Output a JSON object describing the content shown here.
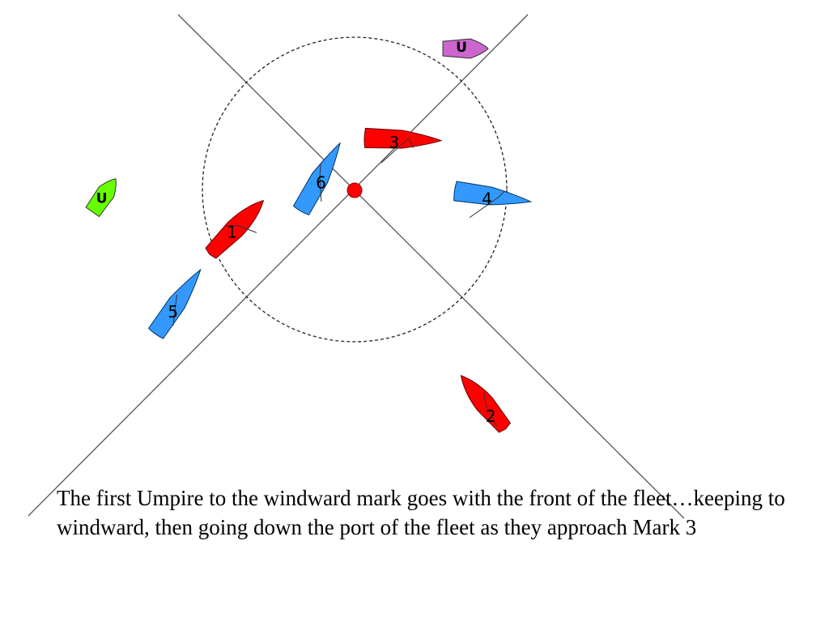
{
  "colors": {
    "red_team": "#ff0000",
    "blue_team": "#3399ff",
    "umpire_1": "#cc66cc",
    "umpire_2": "#66ff00",
    "mark": "#ff0000",
    "lines": "#555555"
  },
  "caption": "The first Umpire to the windward mark goes with the front of the fleet…keeping to windward, then going down the port of the fleet as they approach Mark 3",
  "boats": [
    {
      "label": "1",
      "team": "red"
    },
    {
      "label": "2",
      "team": "red"
    },
    {
      "label": "3",
      "team": "red"
    },
    {
      "label": "4",
      "team": "blue"
    },
    {
      "label": "5",
      "team": "blue"
    },
    {
      "label": "6",
      "team": "blue"
    }
  ],
  "umpires": [
    {
      "label": "U",
      "color": "#cc66cc"
    },
    {
      "label": "U",
      "color": "#66ff00"
    }
  ],
  "mark": {
    "icon": "mark-buoy-icon"
  }
}
